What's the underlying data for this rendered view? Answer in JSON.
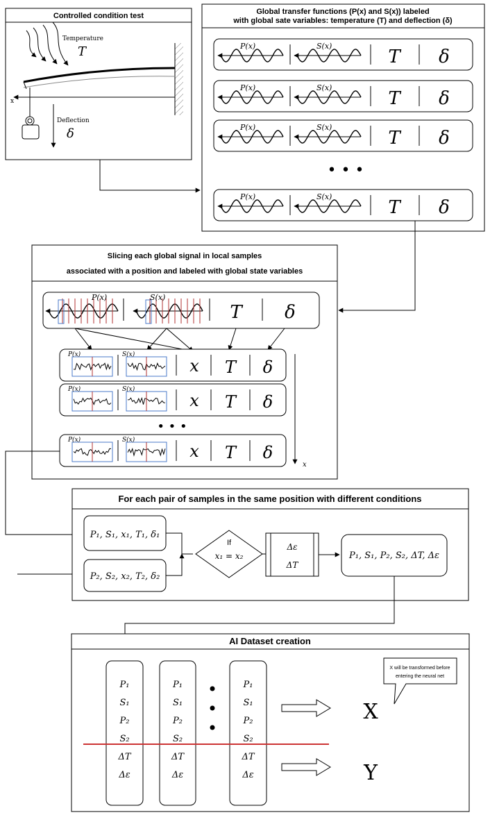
{
  "panel1": {
    "title": "Controlled condition test",
    "temperature_label": "Temperature",
    "temperature_symbol": "T",
    "deflection_label": "Deflection",
    "deflection_symbol": "δ",
    "x_label": "x"
  },
  "panel2": {
    "title_line1": "Global transfer functions (P(x) and S(x)) labeled",
    "title_line2": "with global sate variables: temperature (T) and deflection (δ)",
    "p_label": "P(x)",
    "s_label": "S(x)",
    "t_symbol": "T",
    "d_symbol": "δ",
    "ellipsis": "• • •"
  },
  "panel3": {
    "title_line1": "Slicing each global signal in local samples",
    "title_line2": "associated with a position and labeled with global state variables",
    "p_label": "P(x)",
    "s_label": "S(x)",
    "x_symbol": "x",
    "t_symbol": "T",
    "d_symbol": "δ",
    "ellipsis": "• • •",
    "axis_label": "x"
  },
  "panel4": {
    "title": "For each pair of samples in the same position with different conditions",
    "sample1": "P₁, S₁, x₁, T₁, δ₁",
    "sample2": "P₂, S₂, x₂, T₂, δ₂",
    "if_label": "If",
    "condition": "x₁ = x₂",
    "delta_eps": "Δε",
    "delta_t": "ΔT",
    "result": "P₁, S₁, P₂, S₂, ΔT, Δε"
  },
  "panel5": {
    "title": "AI Dataset creation",
    "column_items": [
      "P₁",
      "S₁",
      "P₂",
      "S₂",
      "ΔT",
      "Δε"
    ],
    "callout_line1": "X will be transformed before",
    "callout_line2": "entering the neural net",
    "x_label": "X",
    "y_label": "Y"
  }
}
